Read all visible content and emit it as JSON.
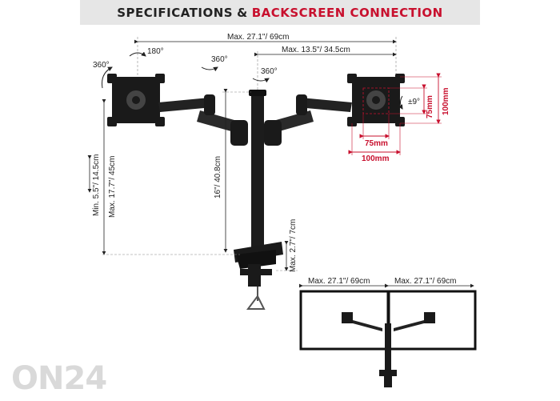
{
  "header": {
    "title_part1": "SPECIFICATIONS",
    "title_amp": "&",
    "title_part2": "BACKSCREEN CONNECTION"
  },
  "dimensions": {
    "max_width": "Max. 27.1\"/ 69cm",
    "half_width": "Max. 13.5\"/ 34.5cm",
    "rotation_left": "360°",
    "swivel_180": "180°",
    "rotation_mid1": "360°",
    "rotation_mid2": "360°",
    "tilt": "±9°",
    "vesa_75": "75mm",
    "vesa_100": "100mm",
    "vesa_75_v": "75mm",
    "vesa_100_v": "100mm",
    "min_height": "Min. 5.5\"/ 14.5cm",
    "max_height": "Max. 17.7\"/ 45cm",
    "pole_height": "16\"/ 40.8cm",
    "clamp_height": "Max. 2.7\"/ 7cm",
    "screen_left": "Max. 27.1\"/ 69cm",
    "screen_right": "Max. 27.1\"/ 69cm"
  },
  "colors": {
    "accent_red": "#c8102e",
    "dark": "#222222",
    "header_bg": "#e6e6e6",
    "watermark": "#d9d9d9"
  },
  "watermark": "ON24"
}
